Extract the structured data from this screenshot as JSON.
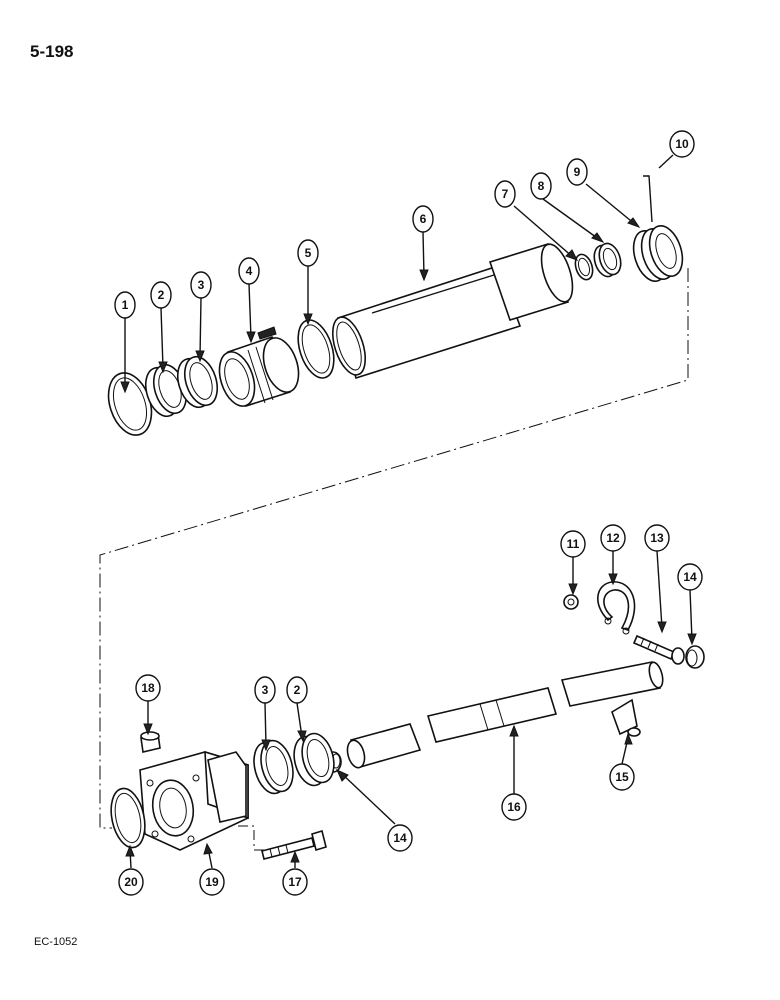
{
  "page": {
    "page_number": "5-198",
    "drawing_code": "EC-1052"
  },
  "callouts": [
    "1",
    "2",
    "3",
    "4",
    "5",
    "6",
    "7",
    "8",
    "9",
    "10",
    "11",
    "12",
    "13",
    "14",
    "14",
    "15",
    "16",
    "17",
    "18",
    "19",
    "20",
    "3",
    "2"
  ]
}
